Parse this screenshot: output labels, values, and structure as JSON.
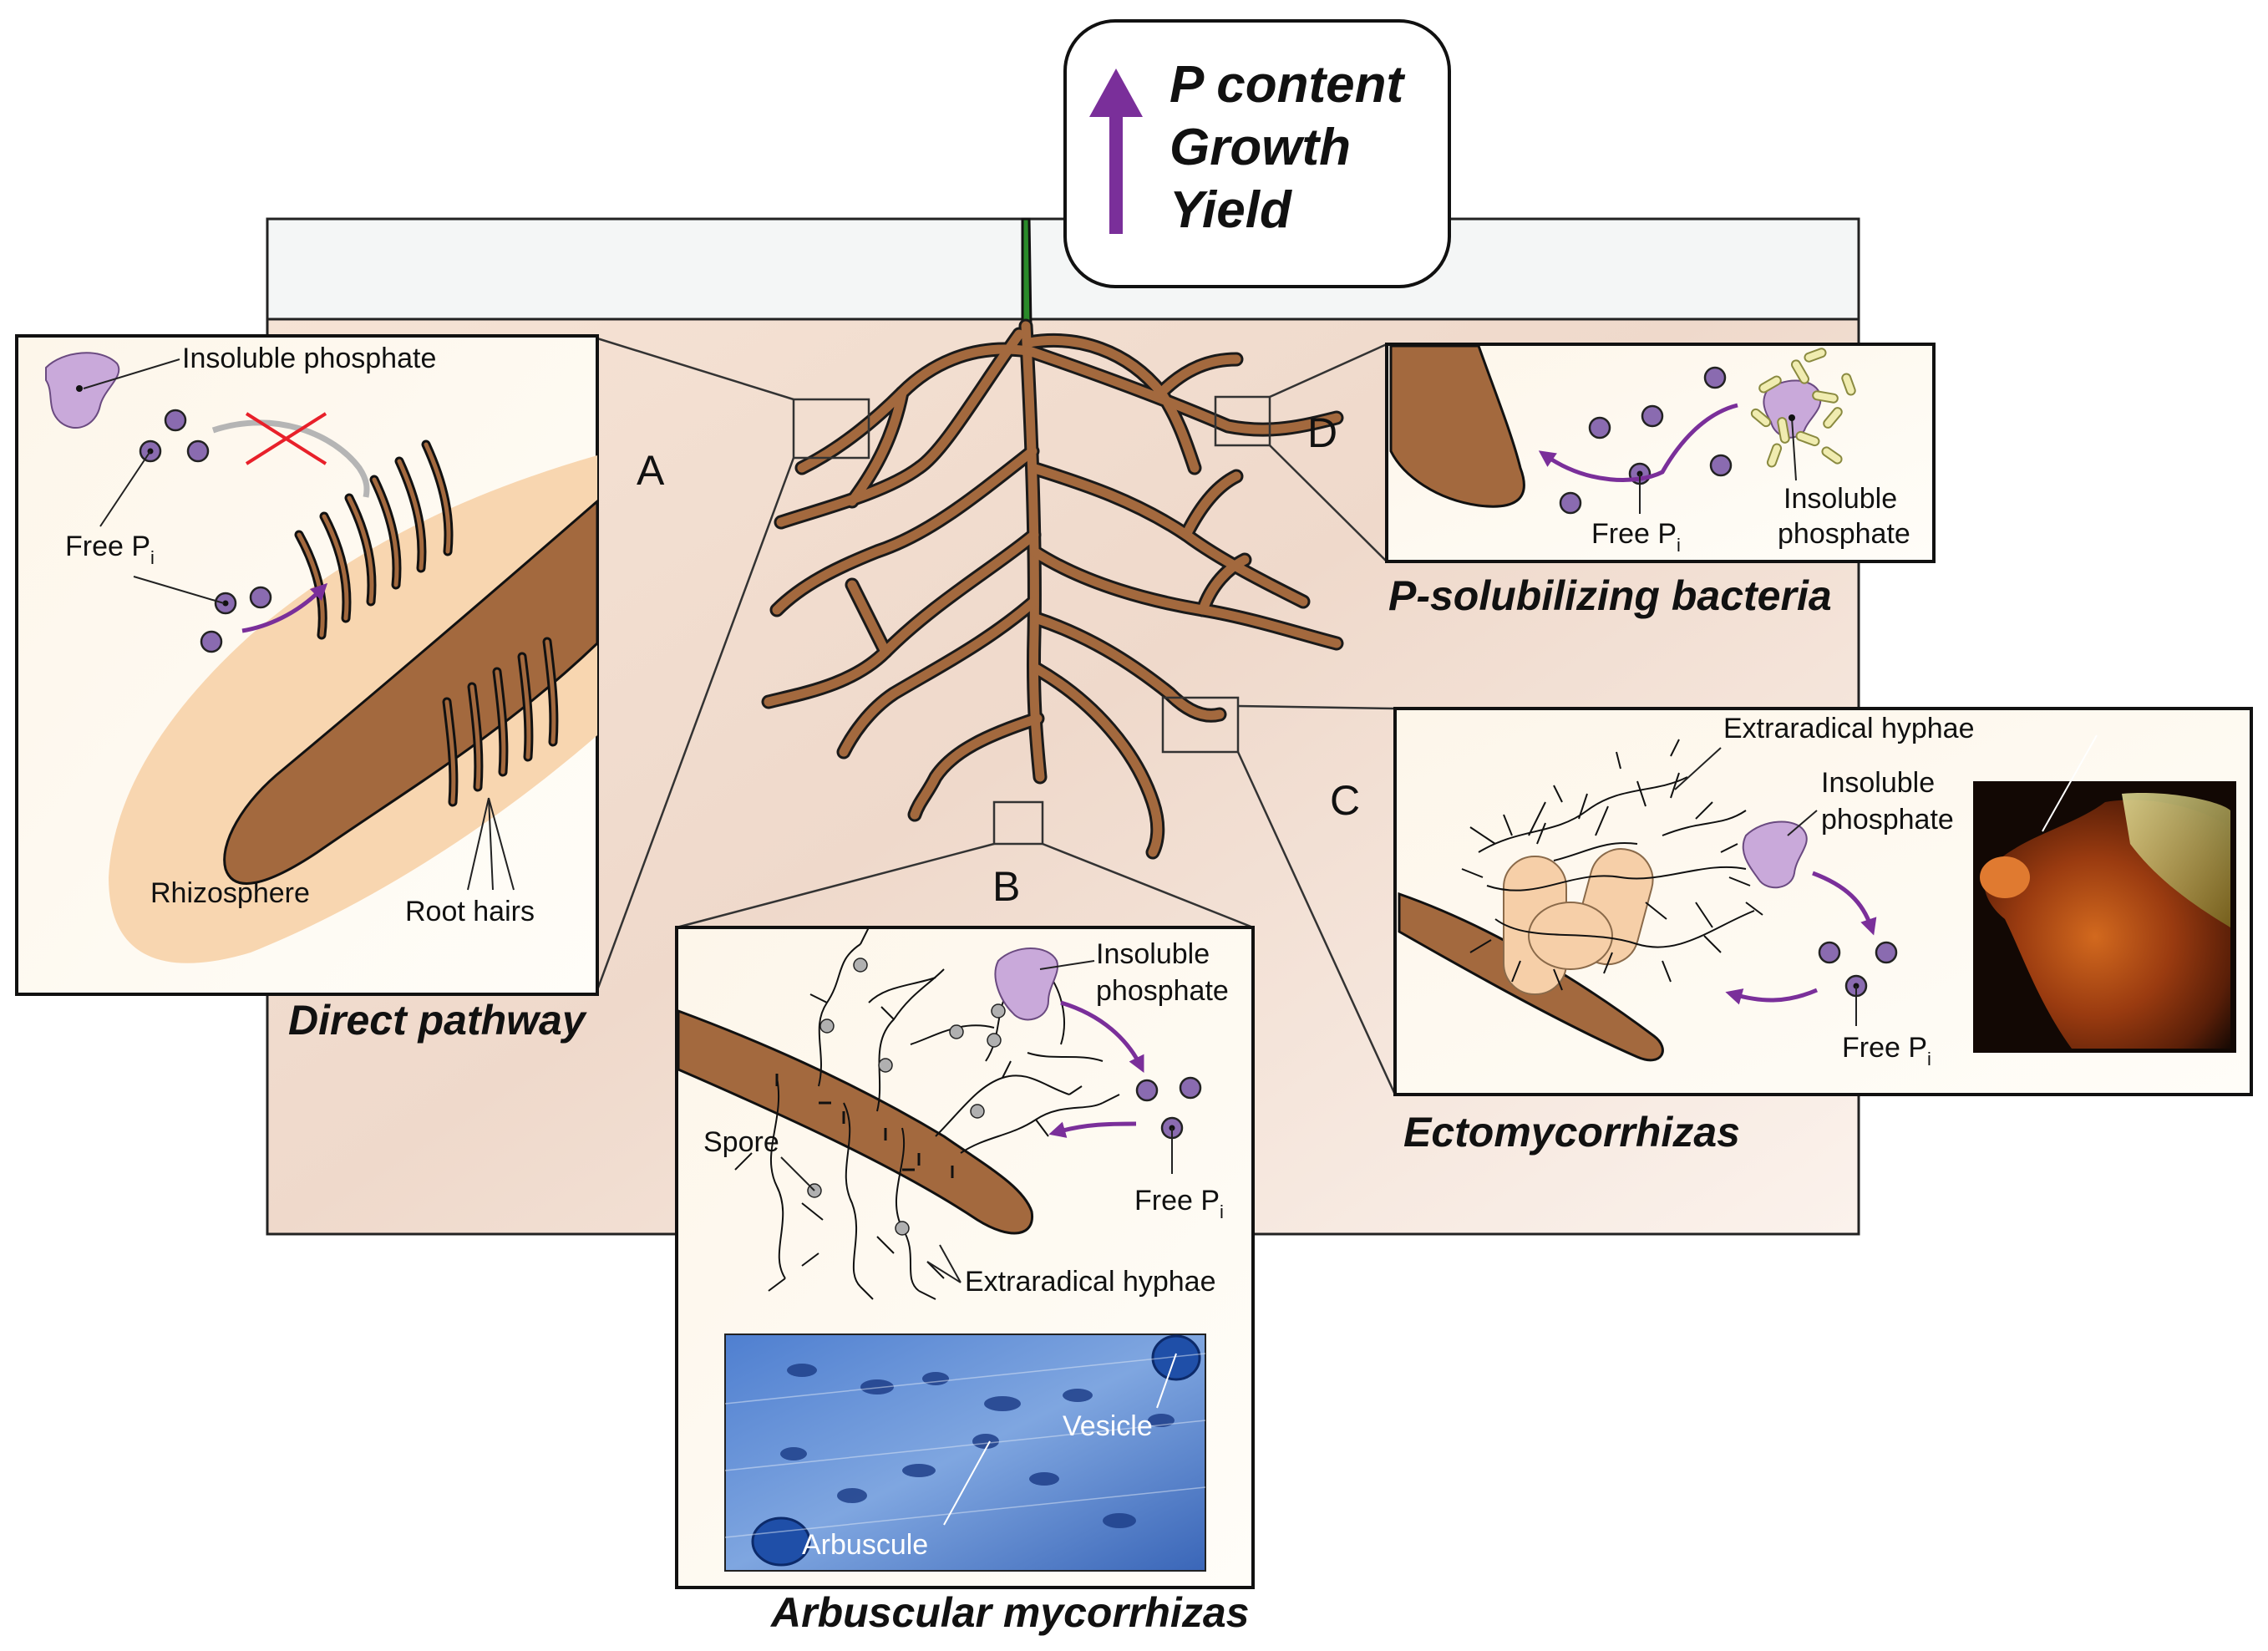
{
  "header": {
    "lines": [
      "P content",
      "Growth",
      "Yield"
    ]
  },
  "panels": {
    "A": {
      "letter": "A",
      "caption": "Direct pathway",
      "insoluble": "Insoluble phosphate",
      "free_pi": "Free P",
      "free_pi_sub": "i",
      "rhizosphere": "Rhizosphere",
      "root_hairs": "Root hairs"
    },
    "B": {
      "letter": "B",
      "caption": "Arbuscular mycorrhizas",
      "insoluble_1": "Insoluble",
      "insoluble_2": "phosphate",
      "free_pi": "Free P",
      "free_pi_sub": "i",
      "spore": "Spore",
      "hyphae": "Extraradical hyphae",
      "vesicle": "Vesicle",
      "arbuscule": "Arbuscule"
    },
    "C": {
      "letter": "C",
      "caption": "Ectomycorrhizas",
      "hyphae": "Extraradical hyphae",
      "insoluble_1": "Insoluble",
      "insoluble_2": "phosphate",
      "free_pi": "Free P",
      "free_pi_sub": "i"
    },
    "D": {
      "letter": "D",
      "caption": "P-solubilizing bacteria",
      "free_pi": "Free P",
      "free_pi_sub": "i",
      "insoluble_1": "Insoluble",
      "insoluble_2": "phosphate"
    }
  },
  "colors": {
    "root": "#a3693e",
    "root_outline": "#1a1a1a",
    "soil": "#f1ddd0",
    "rhizosphere": "#f8d6b0",
    "phosphate": "#c9a9da",
    "pi_dot": "#8a6bb0",
    "arrow": "#7a2f9a",
    "cross": "#e8202a",
    "shoot": "#2a8a2a",
    "bacteria": "#f0ecb0",
    "micrograph_blue": "#2f5fb0"
  }
}
